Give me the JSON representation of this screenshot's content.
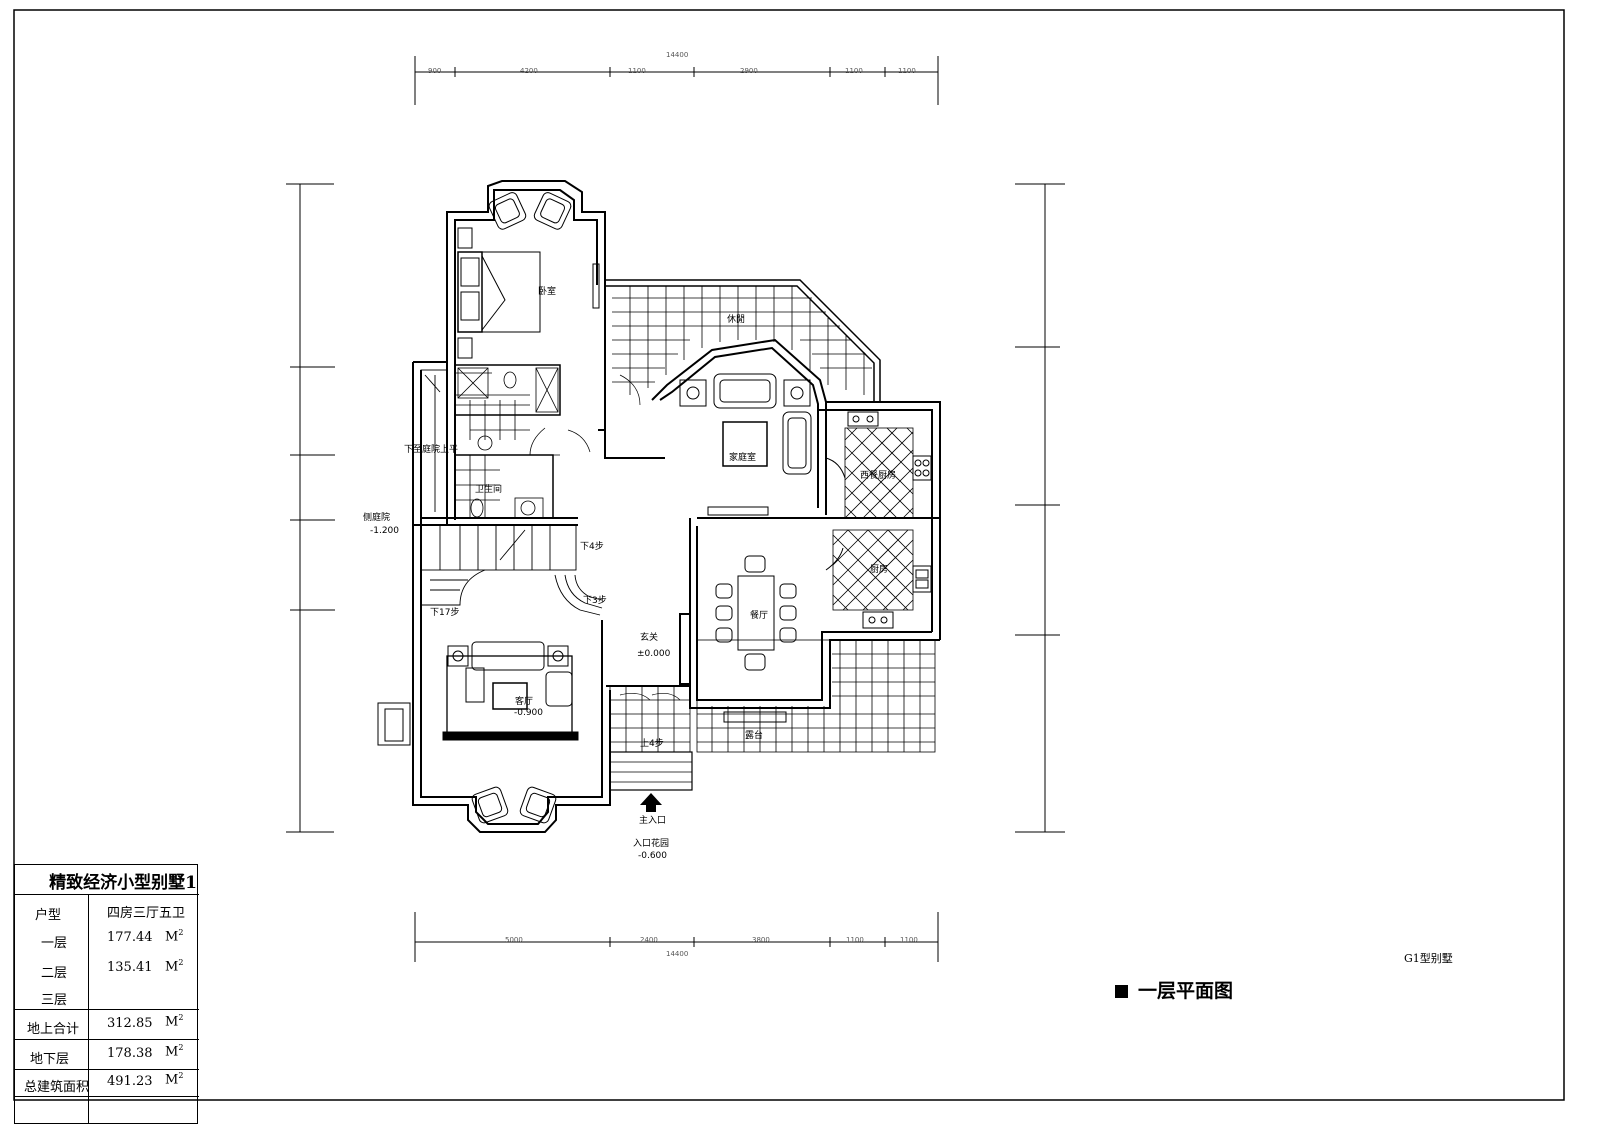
{
  "title": "精致经济小型别墅1",
  "info_table": {
    "type_label": "户型",
    "type_value": "四房三厅五卫",
    "rows": [
      {
        "label": "一层",
        "value": "177.44",
        "unit": "M",
        "exp": "2"
      },
      {
        "label": "二层",
        "value": "135.41",
        "unit": "M",
        "exp": "2"
      },
      {
        "label": "三层",
        "value": "",
        "unit": "",
        "exp": ""
      },
      {
        "label": "地上合计",
        "value": "312.85",
        "unit": "M",
        "exp": "2"
      },
      {
        "label": "地下层",
        "value": "178.38",
        "unit": "M",
        "exp": "2"
      },
      {
        "label": "总建筑面积",
        "value": "491.23",
        "unit": "M",
        "exp": "2"
      }
    ]
  },
  "plan_title": "一层平面图",
  "model_label": "G1型别墅",
  "rooms": {
    "bedroom": "卧室",
    "balcony": "休閒",
    "family_room": "家庭室",
    "western_kitchen": "西餐厨房",
    "kitchen": "厨房",
    "dining": "餐厅",
    "living": "客厅",
    "living_level": "-0.900",
    "foyer": "玄关",
    "foyer_level": "±0.000",
    "terrace": "露台",
    "down_steps_4": "下4步",
    "down_steps_3": "下3步",
    "down_steps_17": "下17步",
    "down_to_courtyard": "下至庭院上平",
    "side_courtyard": "侧庭院",
    "side_level": "-1.200",
    "main_entrance": "主入口",
    "entry_garden": "入口花园",
    "entry_level": "-0.600",
    "up_step": "上4步",
    "bath": "卫生间"
  },
  "colors": {
    "line": "#000000",
    "dim": "#555555"
  }
}
